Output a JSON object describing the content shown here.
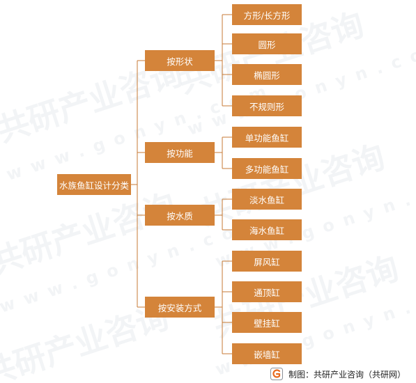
{
  "colors": {
    "box": "#d4843a",
    "line": "#c77a34",
    "text": "#ffffff",
    "logo_orange": "#e86a1f",
    "logo_gray": "#8a8f96"
  },
  "root": {
    "label": "水族鱼缸设计分类"
  },
  "categories": [
    {
      "label": "按形状",
      "children": [
        "方形/长方形",
        "圆形",
        "椭圆形",
        "不规则形"
      ]
    },
    {
      "label": "按功能",
      "children": [
        "单功能鱼缸",
        "多功能鱼缸"
      ]
    },
    {
      "label": "按水质",
      "children": [
        "淡水鱼缸",
        "海水鱼缸"
      ]
    },
    {
      "label": "按安装方式",
      "children": [
        "屏风缸",
        "通顶缸",
        "壁挂缸",
        "嵌墙缸"
      ]
    }
  ],
  "footer": {
    "text": "制图：共研产业咨询（共研网）",
    "logo_icon": "gonyn-logo-icon"
  },
  "watermark": {
    "cn": "共研产业咨询",
    "en": "www.gonyn.com"
  }
}
